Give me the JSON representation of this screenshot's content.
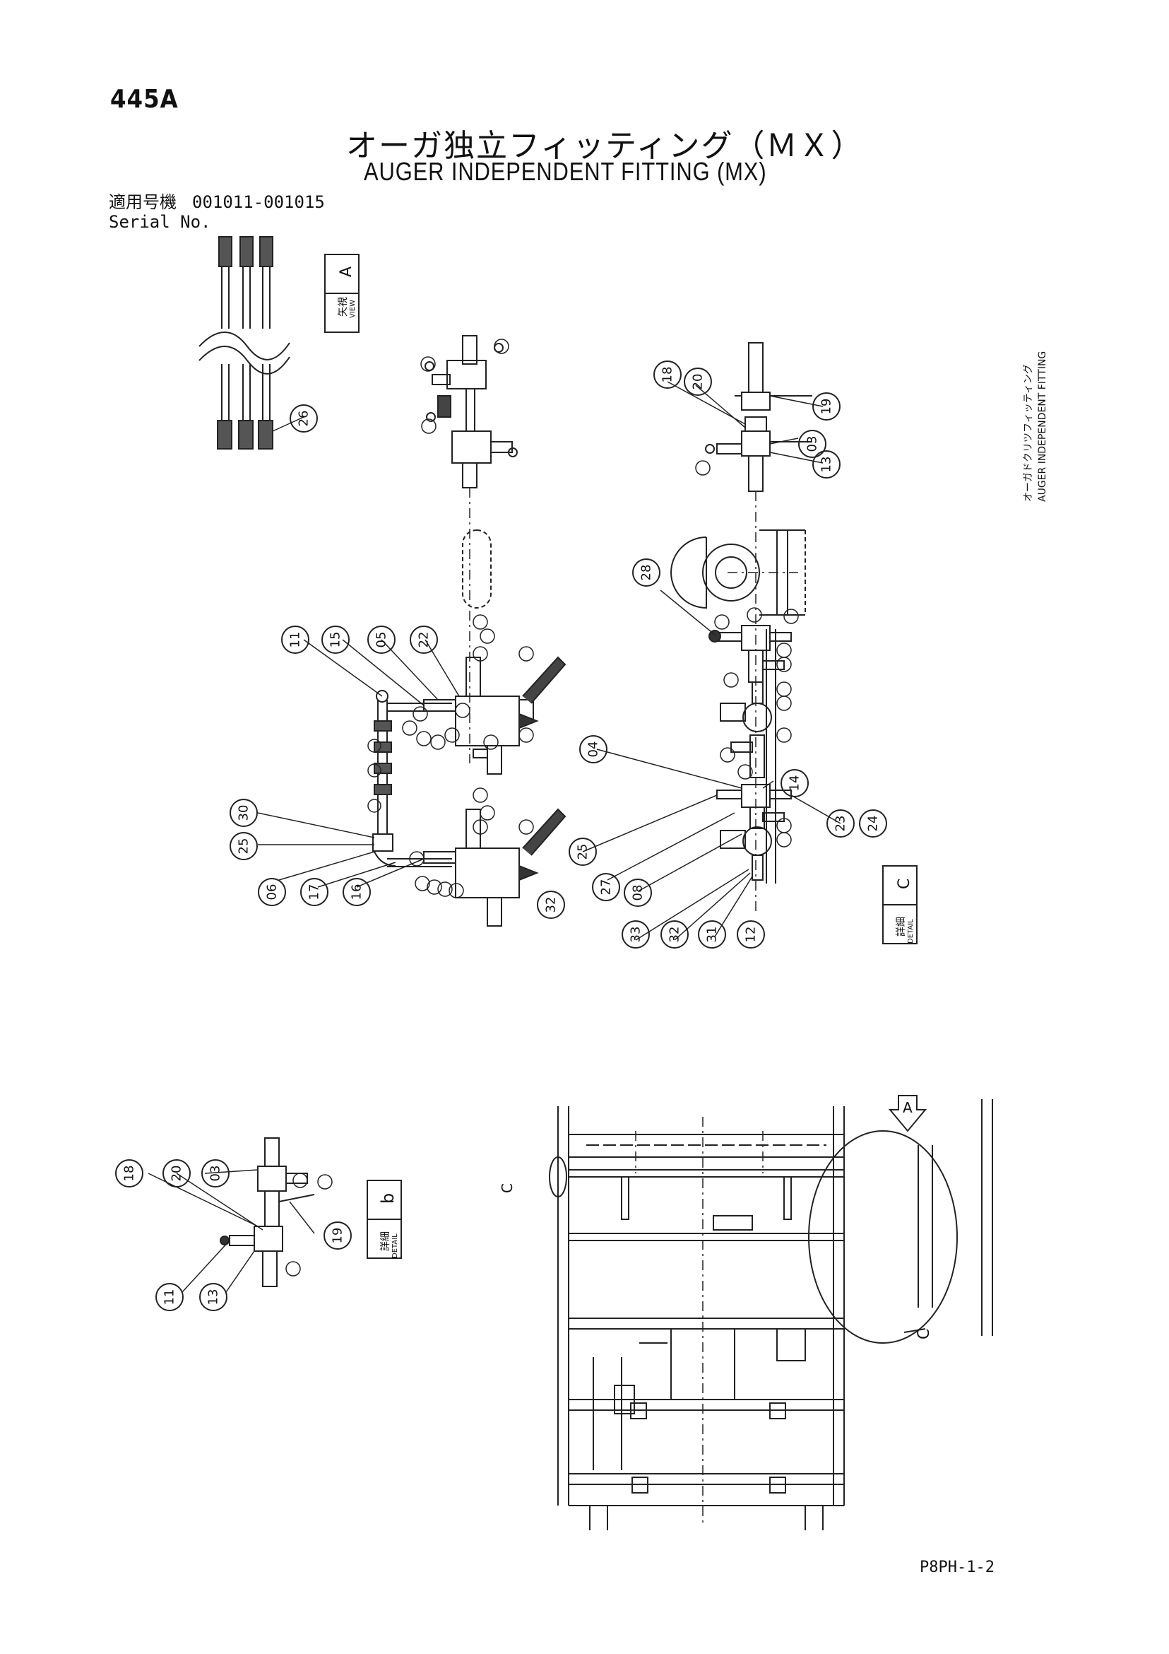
{
  "page_number": "445A",
  "title_jp": "オーガ独立フィッティング（ＭＸ）",
  "title_en": "AUGER INDEPENDENT FITTING (MX)",
  "serial": {
    "label_jp": "適用号機",
    "label_en": "Serial No.",
    "range": "001011-001015"
  },
  "side_title": {
    "jp": "オーガドクリツフィッティング",
    "en": "AUGER INDEPENDENT FITTING"
  },
  "views": {
    "view_a": {
      "jp": "矢視",
      "en": "VIEW",
      "letter": "A"
    },
    "detail_c": {
      "jp": "詳細",
      "en": "DETAIL",
      "letter": "C"
    },
    "detail_b": {
      "jp": "詳細",
      "en": "DETAIL",
      "letter": "b"
    }
  },
  "arrow_label": "A",
  "callout_c": "C",
  "callout_c2": "C",
  "drawing_code": "P8PH-1-2",
  "balloons": {
    "b26a": "26",
    "b18a": "18",
    "b20a": "20",
    "b19a": "19",
    "b03a": "03",
    "b13a": "13",
    "b28": "28",
    "b11a": "11",
    "b15a": "15",
    "b05": "05",
    "b22": "22",
    "b30": "30",
    "b25a": "25",
    "b06": "06",
    "b17": "17",
    "b16": "16",
    "b32a": "32",
    "b04": "04",
    "b14": "14",
    "b23": "23",
    "b24": "24",
    "b25b": "25",
    "b27": "27",
    "b08": "08",
    "b12": "12",
    "b33": "33",
    "b32b": "32",
    "b31": "31",
    "b18b": "18",
    "b20b": "20",
    "b03b": "03",
    "b19b": "19",
    "b11b": "11",
    "b13b": "13"
  }
}
